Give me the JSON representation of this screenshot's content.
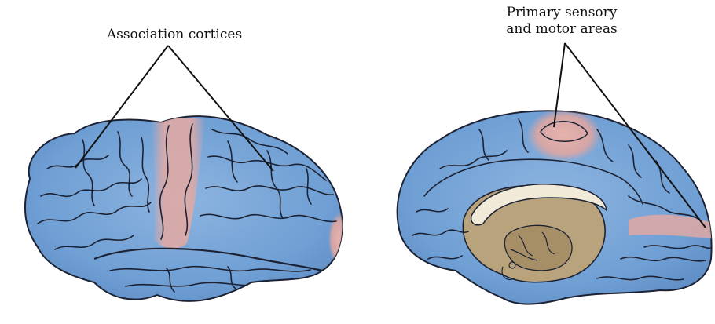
{
  "figure": {
    "labels": {
      "association": "Association cortices",
      "primary_line1": "Primary sensory",
      "primary_line2": "and motor areas"
    },
    "colors": {
      "association_cortex": "#6f9fd4",
      "primary_areas": "#e0a9a4",
      "sulcus_line": "#1c2233",
      "deep_structures": "#b9a37c",
      "corpus_callosum": "#f2ead8",
      "leader_line": "#111111"
    },
    "brains": [
      {
        "view": "lateral"
      },
      {
        "view": "medial"
      }
    ]
  }
}
